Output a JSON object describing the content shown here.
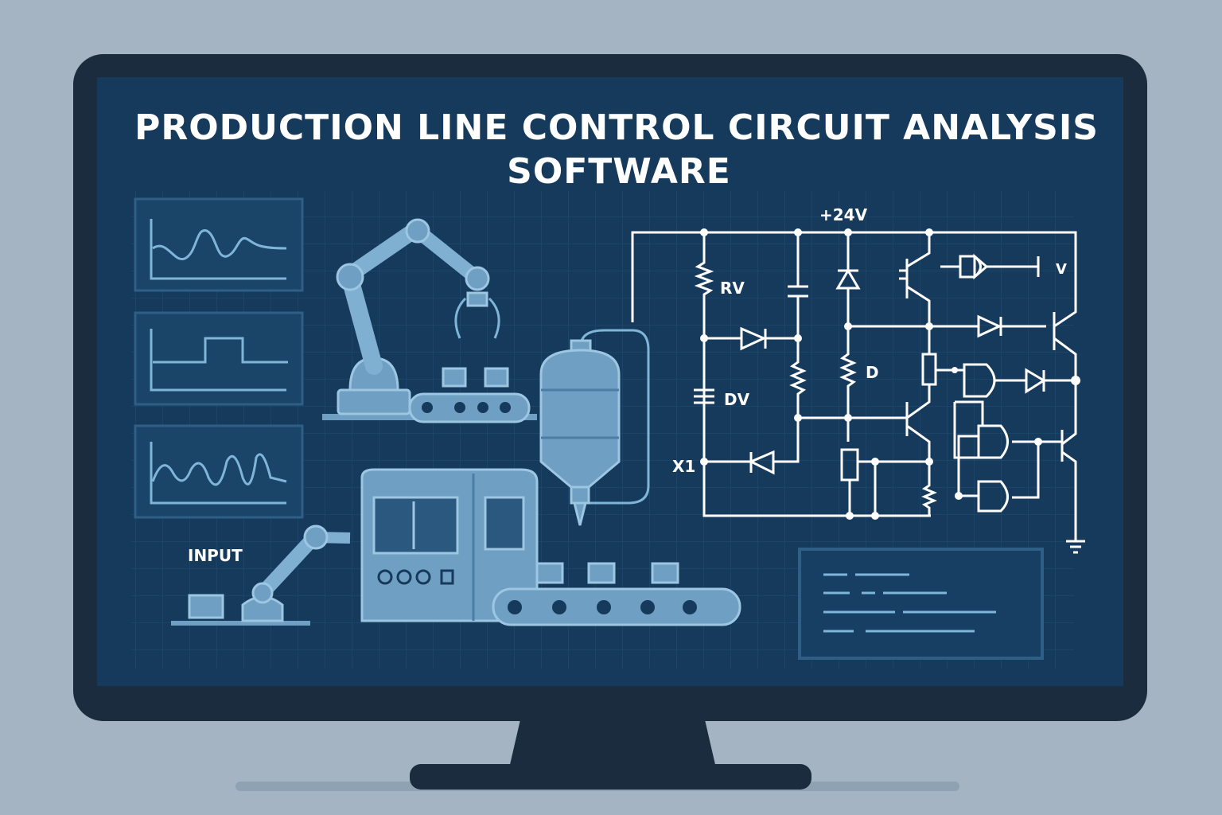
{
  "title_line1": "PRODUCTION LINE CONTROL CIRCUIT ANALYSIS",
  "title_line2": "SOFTWARE",
  "circuit": {
    "supply_label": "+24V",
    "labels": {
      "rv": "RV",
      "dv": "DV",
      "d": "D",
      "x1": "X1",
      "v": "V"
    }
  },
  "input_label": "INPUT",
  "waveforms": [
    "sine-wave",
    "square-pulse",
    "oscillation"
  ],
  "colors": {
    "background": "#a4b4c2",
    "bezel": "#1b2c3f",
    "screen": "#163a5c",
    "accent": "#7fb6d8",
    "circuit": "#ffffff"
  }
}
